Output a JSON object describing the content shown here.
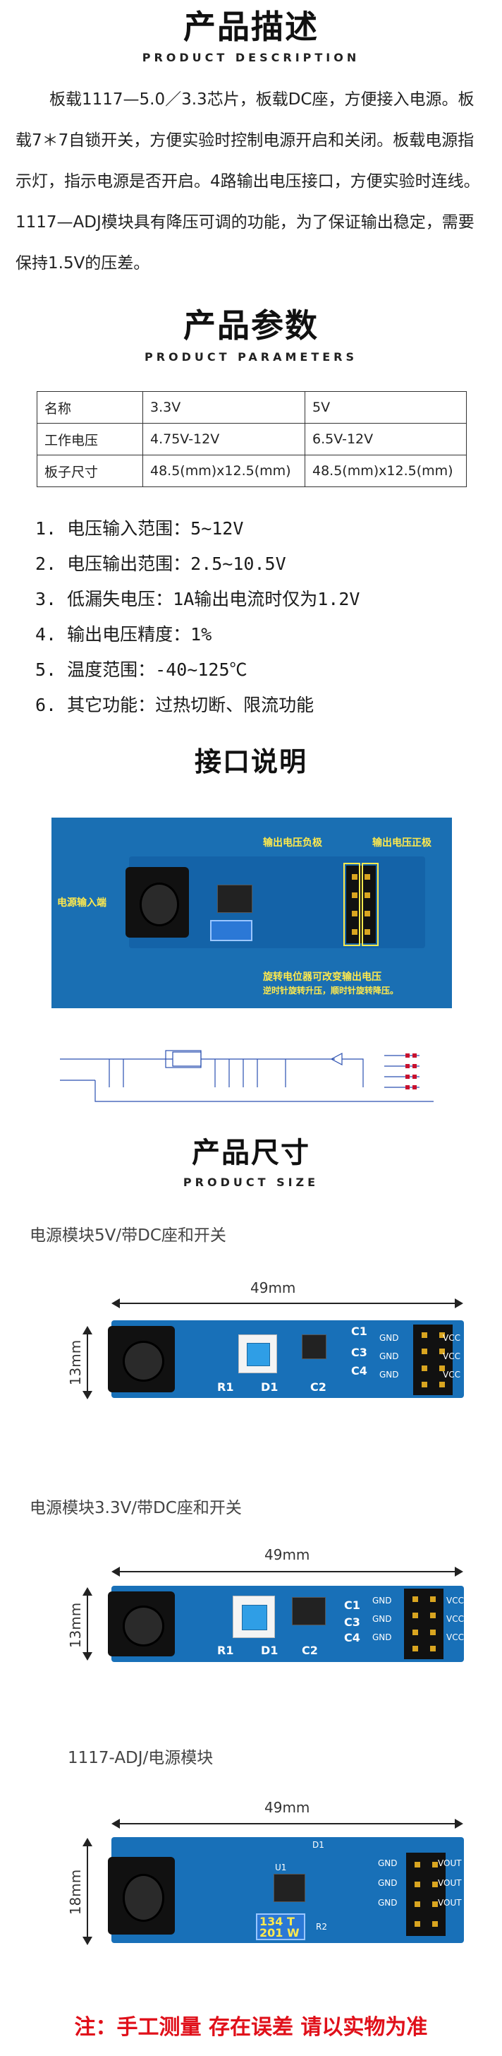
{
  "description": {
    "title": "产品描述",
    "subtitle": "PRODUCT DESCRIPTION",
    "paragraph": "板载1117—5.0／3.3芯片，板载DC座，方便接入电源。板载7＊7自锁开关，方便实验时控制电源开启和关闭。板载电源指示灯，指示电源是否开启。4路输出电压接口，方便实验时连线。　　　1117—ADJ模块具有降压可调的功能，为了保证输出稳定，需要保持1.5V的压差。"
  },
  "parameters": {
    "title": "产品参数",
    "subtitle": "PRODUCT PARAMETERS",
    "table": [
      [
        "名称",
        "3.3V",
        "5V"
      ],
      [
        "工作电压",
        "4.75V-12V",
        "6.5V-12V"
      ],
      [
        "板子尺寸",
        "48.5(mm)x12.5(mm)",
        "48.5(mm)x12.5(mm)"
      ]
    ],
    "specs": [
      "1. 电压输入范围：5~12V",
      "2. 电压输出范围：2.5~10.5V",
      "3. 低漏失电压：1A输出电流时仅为1.2V",
      "4. 输出电压精度：1%",
      "5. 温度范围：-40~125℃",
      "6. 其它功能：过热切断、限流功能"
    ]
  },
  "interface": {
    "title": "接口说明",
    "labels": {
      "input": "电源输入端",
      "neg": "输出电压负极",
      "pos": "输出电压正极",
      "pot": "旋转电位器可改变输出电压",
      "pot_hint": "逆时针旋转升压，顺时针旋转降压。"
    }
  },
  "size": {
    "title": "产品尺寸",
    "subtitle": "PRODUCT SIZE",
    "modules": [
      {
        "title": "电源模块5V/带DC座和开关",
        "width": "49mm",
        "height": "13mm"
      },
      {
        "title": "电源模块3.3V/带DC座和开关",
        "width": "49mm",
        "height": "13mm"
      },
      {
        "title": "1117-ADJ/电源模块",
        "width": "49mm",
        "height": "18mm"
      }
    ],
    "silk": {
      "gnd": "GND",
      "vcc": "VCC",
      "vout": "VOUT",
      "c1": "C1",
      "c2": "C2",
      "c3": "C3",
      "c4": "C4",
      "r1": "R1",
      "d1": "D1",
      "r2": "R2",
      "u1": "U1",
      "pot_code": "134 T",
      "pot_code2": "201 W"
    }
  },
  "note": "注：手工测量 存在误差 请以实物为准",
  "colors": {
    "board": "#1870b8",
    "label": "#ffe94d",
    "note": "#e0101a"
  }
}
